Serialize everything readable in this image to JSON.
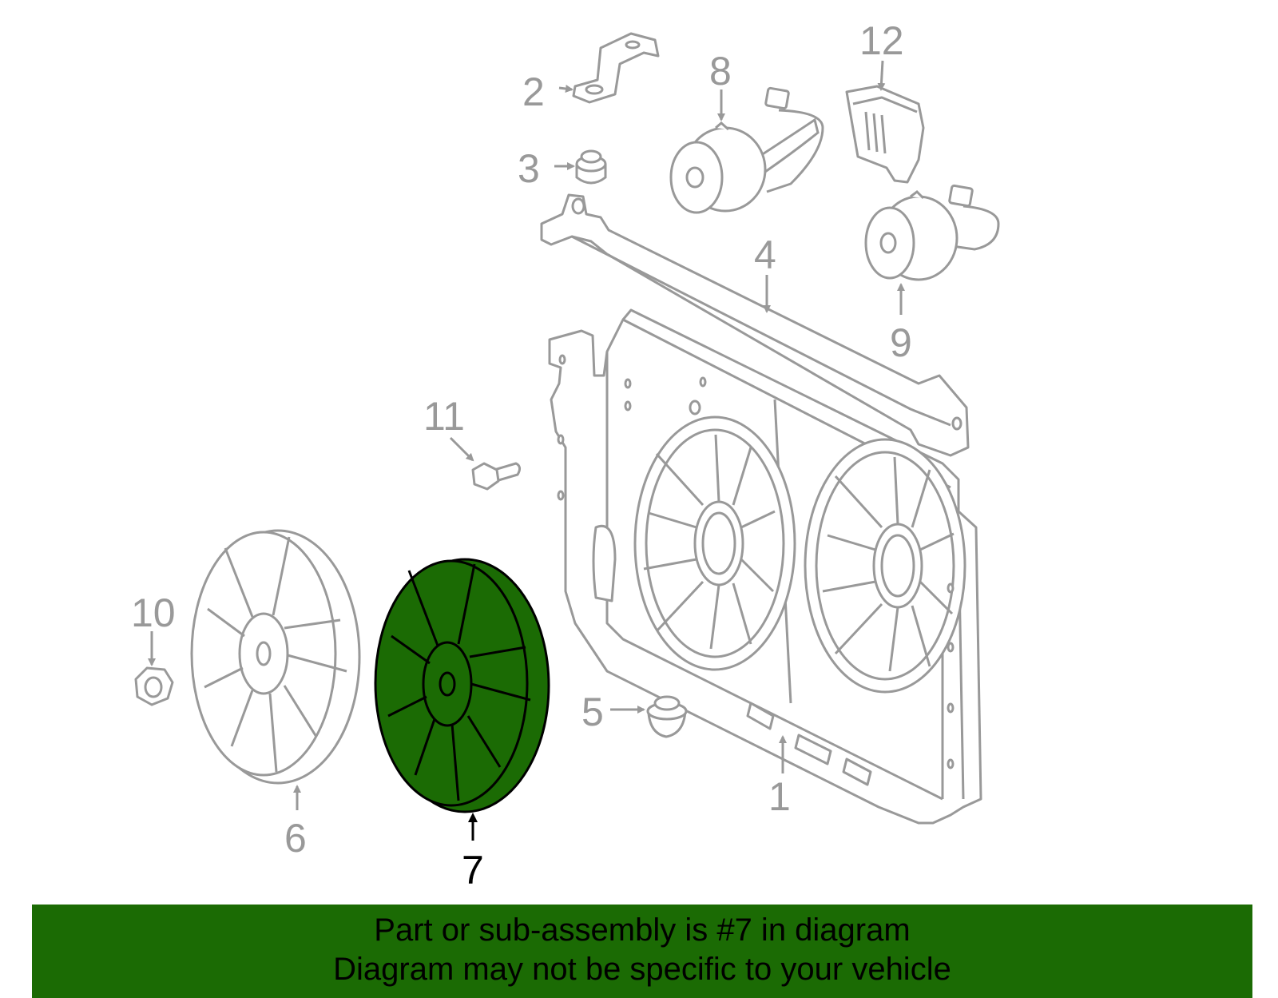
{
  "diagram": {
    "callouts": [
      {
        "id": "1",
        "label": "1"
      },
      {
        "id": "2",
        "label": "2"
      },
      {
        "id": "3",
        "label": "3"
      },
      {
        "id": "4",
        "label": "4"
      },
      {
        "id": "5",
        "label": "5"
      },
      {
        "id": "6",
        "label": "6"
      },
      {
        "id": "7",
        "label": "7"
      },
      {
        "id": "8",
        "label": "8"
      },
      {
        "id": "9",
        "label": "9"
      },
      {
        "id": "10",
        "label": "10"
      },
      {
        "id": "11",
        "label": "11"
      },
      {
        "id": "12",
        "label": "12"
      }
    ],
    "highlighted_part": "7",
    "colors": {
      "part_outline": "#999999",
      "highlight_fill": "#1b6b04",
      "highlight_outline": "#000000",
      "banner_bg": "#1b6b04",
      "banner_text": "#000000"
    }
  },
  "banner": {
    "line1": "Part or sub-assembly is #7 in diagram",
    "line2": "Diagram may not be specific to your vehicle"
  }
}
